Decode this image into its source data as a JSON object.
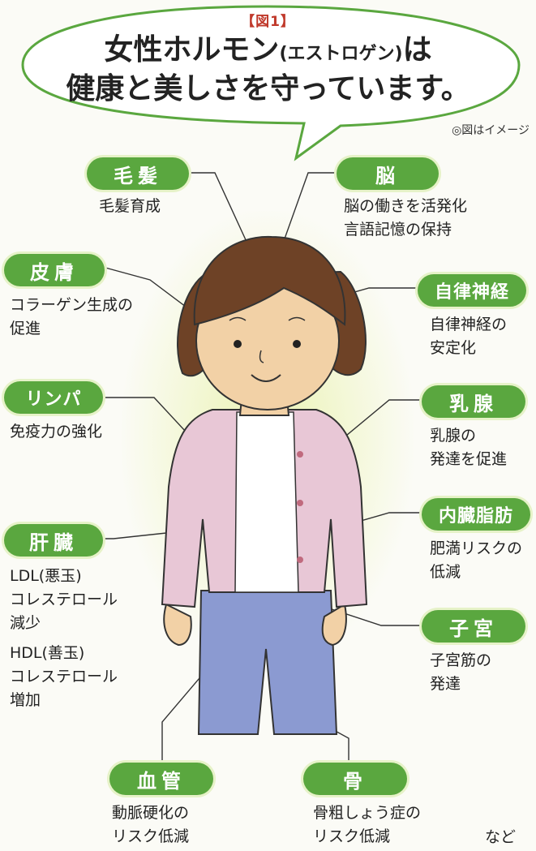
{
  "figure_label": "【図1】",
  "title_line1_main": "女性ホルモン",
  "title_line1_paren": "(エストロゲン)",
  "title_line1_end": "は",
  "title_line2": "健康と美しさを守っています。",
  "note": "◎図はイメージ",
  "labels": {
    "hair": {
      "name": "毛髪",
      "desc": [
        "毛髪育成"
      ]
    },
    "brain": {
      "name": "脳",
      "desc": [
        "脳の働きを活発化",
        "言語記憶の保持"
      ]
    },
    "skin": {
      "name": "皮膚",
      "desc": [
        "コラーゲン生成の",
        "促進"
      ]
    },
    "autonomic": {
      "name": "自律神経",
      "desc": [
        "自律神経の",
        "安定化"
      ]
    },
    "lymph": {
      "name": "リンパ",
      "desc": [
        "免疫力の強化"
      ]
    },
    "mammary": {
      "name": "乳腺",
      "desc": [
        "乳腺の",
        "発達を促進"
      ]
    },
    "visceral": {
      "name": "内臓脂肪",
      "desc": [
        "肥満リスクの",
        "低減"
      ]
    },
    "liver": {
      "name": "肝臓",
      "desc": [
        "LDL(悪玉)",
        "コレステロール",
        "減少",
        "HDL(善玉)",
        "コレステロール",
        "増加"
      ]
    },
    "uterus": {
      "name": "子宮",
      "desc": [
        "子宮筋の",
        "発達"
      ]
    },
    "vessel": {
      "name": "血管",
      "desc": [
        "動脈硬化の",
        "リスク低減"
      ]
    },
    "bone": {
      "name": "骨",
      "desc": [
        "骨粗しょう症の",
        "リスク低減"
      ]
    }
  },
  "etc": "など",
  "colors": {
    "pill": "#5aa73f",
    "cardigan": "#e8c7d6",
    "pants": "#8b9ad1",
    "hair": "#6e4226",
    "skin": "#f2d1a6",
    "accent": "#c0392b"
  }
}
